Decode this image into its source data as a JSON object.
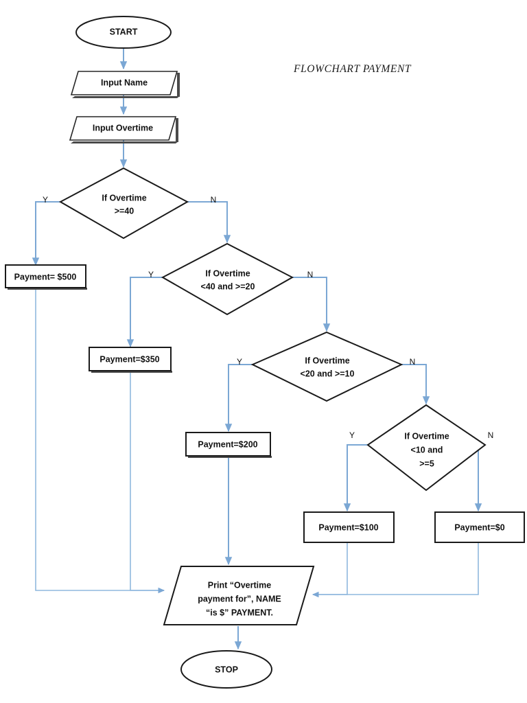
{
  "title": "FLOWCHART PAYMENT",
  "colors": {
    "connector": "#7BA7D4",
    "shape_outline": "#1a1a1a",
    "background": "#ffffff",
    "text": "#111111"
  },
  "nodes": {
    "start": {
      "label": "START",
      "type": "terminator"
    },
    "input_name": {
      "label": "Input Name",
      "type": "input"
    },
    "input_overtime": {
      "label": "Input Overtime",
      "type": "input"
    },
    "decision1": {
      "line1": "If Overtime",
      "line2": ">=40",
      "type": "decision"
    },
    "decision2": {
      "line1": "If Overtime",
      "line2": "<40 and >=20",
      "type": "decision"
    },
    "decision3": {
      "line1": "If Overtime",
      "line2": "<20 and >=10",
      "type": "decision"
    },
    "decision4": {
      "line1": "If Overtime",
      "line2": "<10 and",
      "line3": ">=5",
      "type": "decision"
    },
    "pay500": {
      "label": "Payment= $500",
      "type": "process"
    },
    "pay350": {
      "label": "Payment=$350",
      "type": "process"
    },
    "pay200": {
      "label": "Payment=$200",
      "type": "process"
    },
    "pay100": {
      "label": "Payment=$100",
      "type": "process"
    },
    "pay0": {
      "label": "Payment=$0",
      "type": "process"
    },
    "print": {
      "line1": "Print “Overtime",
      "line2": "payment for”, NAME",
      "line3": "“is $” PAYMENT.",
      "type": "output"
    },
    "stop": {
      "label": "STOP",
      "type": "terminator"
    }
  },
  "branches": {
    "d1_yes": "Y",
    "d1_no": "N",
    "d2_yes": "Y",
    "d2_no": "N",
    "d3_yes": "Y",
    "d3_no": "N",
    "d4_yes": "Y",
    "d4_no": "N"
  },
  "chart_data": {
    "type": "diagram",
    "diagram_type": "flowchart",
    "title": "FLOWCHART PAYMENT",
    "nodes": [
      {
        "id": "start",
        "shape": "ellipse",
        "text": "START"
      },
      {
        "id": "input_name",
        "shape": "parallelogram",
        "text": "Input Name"
      },
      {
        "id": "input_overtime",
        "shape": "parallelogram",
        "text": "Input Overtime"
      },
      {
        "id": "decision1",
        "shape": "diamond",
        "text": "If Overtime >=40"
      },
      {
        "id": "pay500",
        "shape": "rectangle",
        "text": "Payment= $500"
      },
      {
        "id": "decision2",
        "shape": "diamond",
        "text": "If Overtime <40 and >=20"
      },
      {
        "id": "pay350",
        "shape": "rectangle",
        "text": "Payment=$350"
      },
      {
        "id": "decision3",
        "shape": "diamond",
        "text": "If Overtime <20 and >=10"
      },
      {
        "id": "pay200",
        "shape": "rectangle",
        "text": "Payment=$200"
      },
      {
        "id": "decision4",
        "shape": "diamond",
        "text": "If Overtime <10 and >=5"
      },
      {
        "id": "pay100",
        "shape": "rectangle",
        "text": "Payment=$100"
      },
      {
        "id": "pay0",
        "shape": "rectangle",
        "text": "Payment=$0"
      },
      {
        "id": "print",
        "shape": "parallelogram",
        "text": "Print “Overtime payment for”, NAME “is $” PAYMENT."
      },
      {
        "id": "stop",
        "shape": "ellipse",
        "text": "STOP"
      }
    ],
    "edges": [
      {
        "from": "start",
        "to": "input_name",
        "label": ""
      },
      {
        "from": "input_name",
        "to": "input_overtime",
        "label": ""
      },
      {
        "from": "input_overtime",
        "to": "decision1",
        "label": ""
      },
      {
        "from": "decision1",
        "to": "pay500",
        "label": "Y"
      },
      {
        "from": "decision1",
        "to": "decision2",
        "label": "N"
      },
      {
        "from": "decision2",
        "to": "pay350",
        "label": "Y"
      },
      {
        "from": "decision2",
        "to": "decision3",
        "label": "N"
      },
      {
        "from": "decision3",
        "to": "pay200",
        "label": "Y"
      },
      {
        "from": "decision3",
        "to": "decision4",
        "label": "N"
      },
      {
        "from": "decision4",
        "to": "pay100",
        "label": "Y"
      },
      {
        "from": "decision4",
        "to": "pay0",
        "label": "N"
      },
      {
        "from": "pay500",
        "to": "print",
        "label": ""
      },
      {
        "from": "pay350",
        "to": "print",
        "label": ""
      },
      {
        "from": "pay200",
        "to": "print",
        "label": ""
      },
      {
        "from": "pay100",
        "to": "print",
        "label": ""
      },
      {
        "from": "pay0",
        "to": "print",
        "label": ""
      },
      {
        "from": "print",
        "to": "stop",
        "label": ""
      }
    ]
  }
}
